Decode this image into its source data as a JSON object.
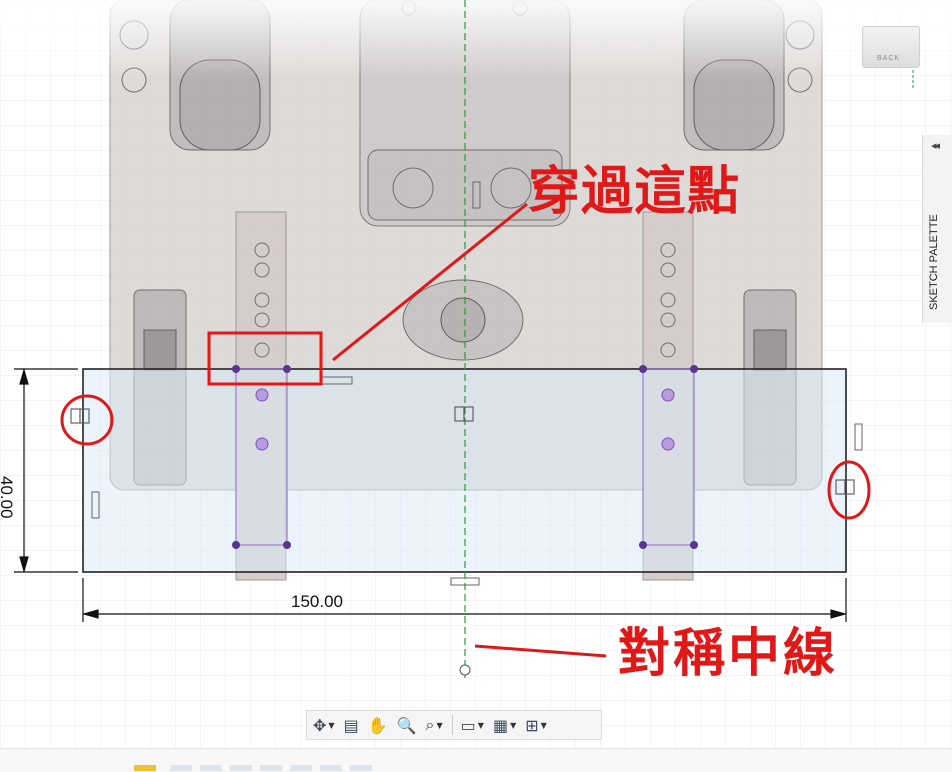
{
  "annotations": {
    "through_point": "穿過這點",
    "center_line": "對稱中線"
  },
  "dimensions": {
    "width": "150.00",
    "height": "40.00"
  },
  "palette": {
    "label": "SKETCH PALETTE",
    "collapse_glyph": "◂◂"
  },
  "viewcube": {
    "face_label": "BACK"
  },
  "toolbar": [
    {
      "name": "orbit-tool",
      "glyph": "✥",
      "dropdown": true
    },
    {
      "name": "look-at-tool",
      "glyph": "▤",
      "dropdown": false
    },
    {
      "name": "pan-tool",
      "glyph": "✋",
      "dropdown": false
    },
    {
      "name": "zoom-tool",
      "glyph": "🔍",
      "dropdown": false
    },
    {
      "name": "fit-tool",
      "glyph": "⌕",
      "dropdown": true
    },
    {
      "name": "display-settings",
      "glyph": "▭",
      "dropdown": true
    },
    {
      "name": "grid-settings",
      "glyph": "▦",
      "dropdown": true
    },
    {
      "name": "viewports",
      "glyph": "⊞",
      "dropdown": true
    }
  ],
  "colors": {
    "annotation_red": "#e01818",
    "sketch_line": "#222222",
    "constraint_point": "#6a3fa0",
    "centerline_green": "#2a9a3a",
    "profile_fill": "#dbe9f7"
  }
}
